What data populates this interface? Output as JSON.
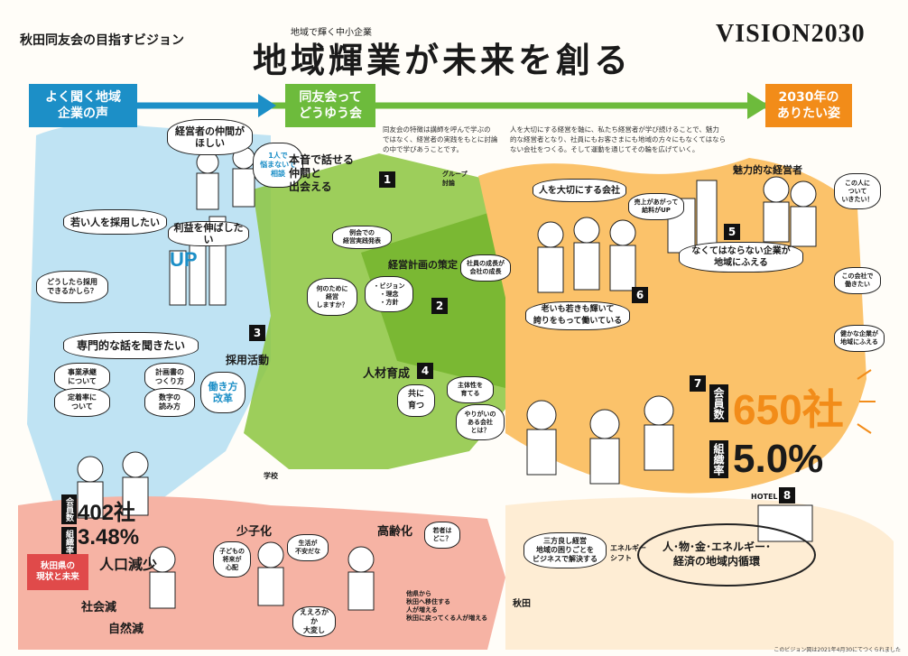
{
  "header": {
    "kicker": "秋田同友会の目指すビジョン",
    "subtitle": "地域で輝く中小企業",
    "title": "地域輝業が未来を創る",
    "vision": "VISION2030"
  },
  "columns": {
    "blue": "よく聞く地域\n企業の声",
    "green": "同友会って\nどうゆう会",
    "orange": "2030年の\nありたい姿"
  },
  "descriptions": {
    "green": "同友会の特徴は講師を呼んで学ぶの\nではなく、経営者の実践をもとに討論\nの中で学びあうことです。",
    "orange": "人を大切にする経営を軸に、私たち経営者が学び続けることで、魅力\n的な経営者となり、社員にもお客さまにも地域の方々にもなくてはなら\nない会社をつくる。そして運動を通じてその輪を広げていく。"
  },
  "voices": {
    "nakama": "経営者の仲間が\nほしい",
    "hitori": "1人で\n悩まないで\n相談",
    "wakai": "若い人を採用したい",
    "rieki": "利益を伸ばしたい",
    "senmon": "専門的な話を聞きたい",
    "doushitara": "どうしたら採用\nできるかしら？",
    "jigyou": "事業承継\nについて",
    "teikan": "定着率に\nついて",
    "keikaku": "計画書の\nつくり方",
    "suuji": "数字の\n読み方",
    "hatarakikata": "働き方\n改革"
  },
  "doyukai": {
    "honne": "本音で話せる\n仲間と\n出会える",
    "group": "グループ\n討論",
    "reikai": "例会での\n経営実践発表",
    "keieikeikaku": "経営計画の策定",
    "nanno": "何のために\n経営\nしますか？",
    "vision": "・ビジョン\n・理念\n・方針",
    "jinzai": "人材育成",
    "saiyou": "採用活動",
    "tomoni": "共に\n育つ",
    "shutaisei": "主体性を\n育てる",
    "yarigai": "やりがいの\nある会社\nとは？",
    "gakkou": "学校"
  },
  "future": {
    "hito_taisetsu": "人を大切にする会社",
    "uriage": "売上があがって\n給料がUP",
    "shain_seicho": "社員の成長が\n会社の成長",
    "miryokuteki": "魅力的な経営者",
    "konohito": "この人に\nついて\nいきたい！",
    "nakute": "なくてはならない企業が\n地域にふえる",
    "hatarakitai": "この会社で\n働きたい",
    "oimo": "老いも若きも輝いて\n誇りをもって働いている",
    "kenzen": "健かな企業が\n地域にふえる",
    "junkan": "人･物･金･エネルギー･\n経済の地域内循環",
    "sanpou": "三方良し経営\n地域の困りごとを\nビジネスで解決する",
    "energy": "エネルギー\nシフト",
    "hotel": "HOTEL",
    "akita": "秋田"
  },
  "numbers": [
    "1",
    "2",
    "3",
    "4",
    "5",
    "6",
    "7",
    "8"
  ],
  "stats": {
    "now_members_label": "会員数",
    "now_members": "402社",
    "now_rate_label": "組織率",
    "now_rate": "3.48%",
    "goal_members_label": "会員数",
    "goal_members": "650社",
    "goal_rate_label": "組織率",
    "goal_rate": "5.0%"
  },
  "akita": {
    "box": "秋田県の\n現状と未来",
    "jinkou": "人口減少",
    "shoushi": "少子化",
    "koureika": "高齢化",
    "shakaigen": "社会減",
    "shizengen": "自然減",
    "seikatsu": "生活が\n不安だな",
    "kodomo": "子どもの\n将来が\n心配",
    "wakamono": "若者は\nどこ？",
    "daijoubu": "ええろかか\n大変し",
    "tanin": "他県から\n秋田へ移住する\n人が増える\n秋田に戻ってくる人が増える"
  },
  "footnote": "このビジョン図は2021年4月30にてつくられました",
  "colors": {
    "blue": "#1c8fc7",
    "green": "#6dbb3c",
    "orange": "#f28c19",
    "red": "#e04a4a",
    "pink": "#f4a89a",
    "yellow": "#f7b733"
  },
  "icons": [
    "up-chart-icon",
    "building-icon",
    "hotel-icon",
    "people-icon",
    "arrow-icon"
  ]
}
